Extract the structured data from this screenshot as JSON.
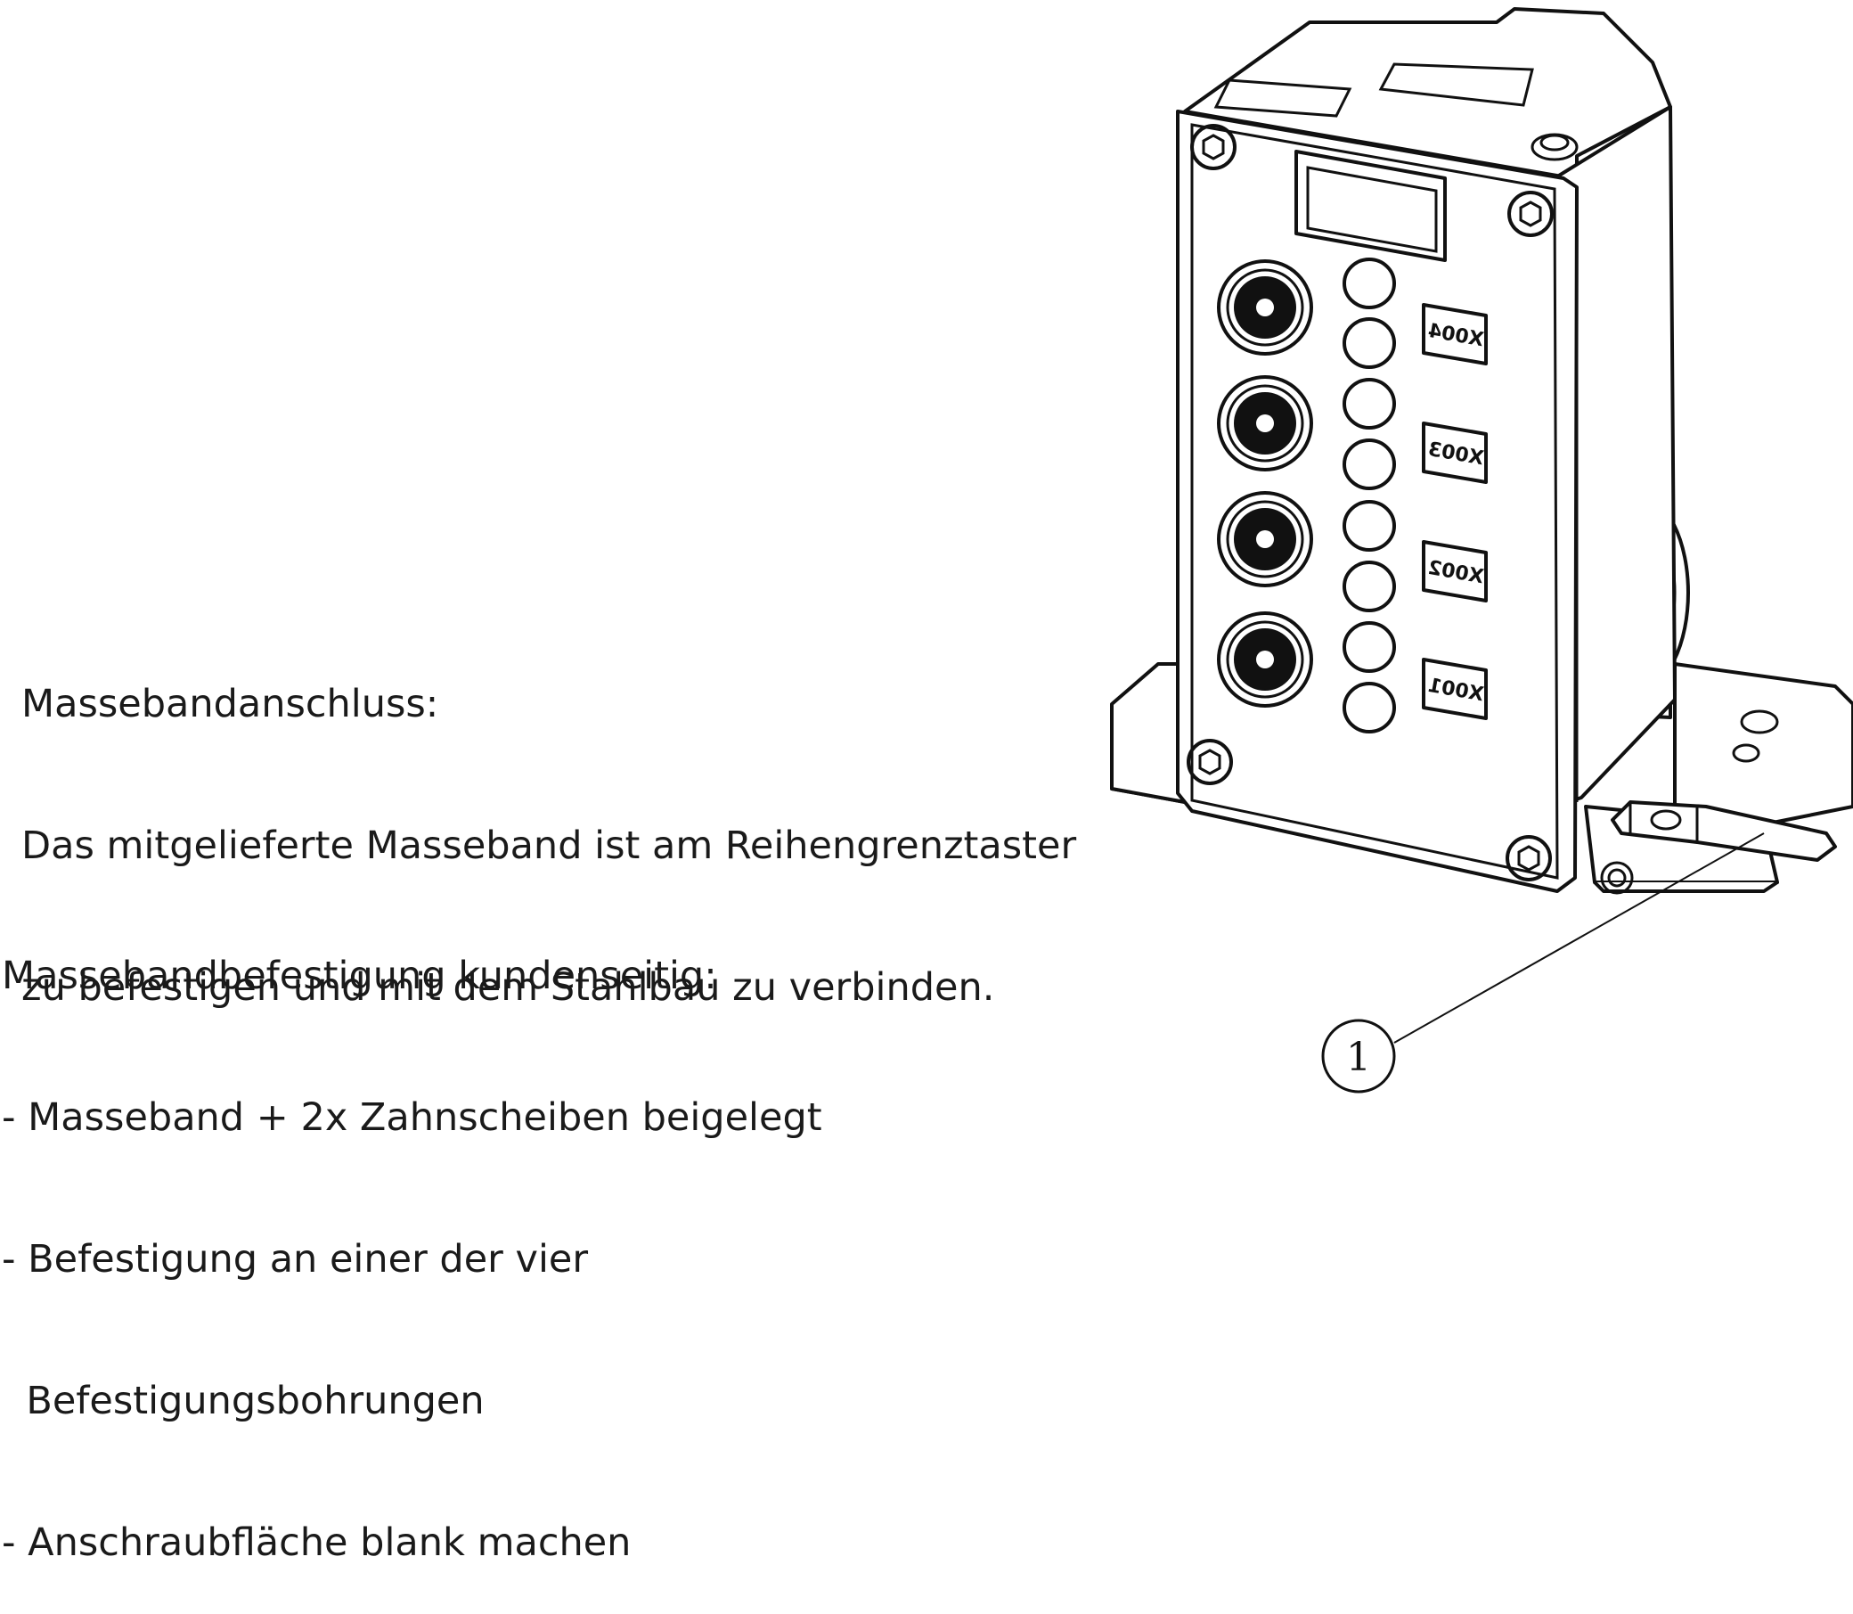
{
  "notes": {
    "connection": {
      "heading": "Massebandanschluss:",
      "lines": [
        "Das mitgelieferte Masseband ist am Reihengrenztaster",
        "zu befestigen und mit dem Stahlbau zu verbinden."
      ]
    },
    "mounting": {
      "heading": "Massebandbefestigung kundenseitig:",
      "lines": [
        "- Masseband + 2x Zahnscheiben beigelegt",
        "- Befestigung an einer der vier",
        "  Befestigungsbohrungen",
        "- Anschraubfläche blank machen"
      ]
    }
  },
  "diagram": {
    "port_labels": [
      "X004",
      "X003",
      "X002",
      "X001"
    ],
    "callout": "1"
  },
  "colors": {
    "line": "#111111",
    "background": "#ffffff"
  }
}
